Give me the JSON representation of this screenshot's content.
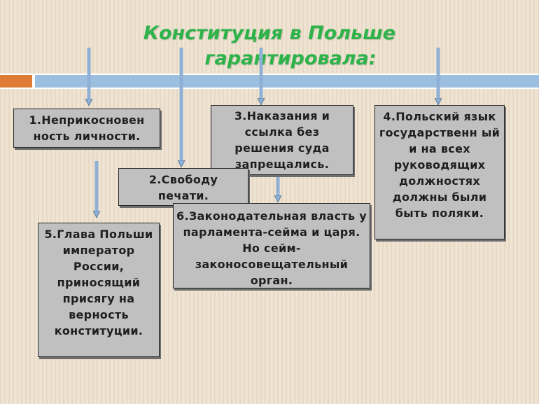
{
  "title": {
    "line1": "Конституция в Польше",
    "line2": "гарантировала:"
  },
  "boxes": {
    "b1": "1.Неприкосновен ность личности.",
    "b2": "2.Свободу печати.",
    "b3": "3.Наказания и ссылка без решения суда запрещались.",
    "b4": "4.Польский язык государственн ый и на всех руководящих должностях должны были быть поляки.",
    "b5": "5.Глава Польши император России, приносящий присягу на верность конституции.",
    "b6": "6.Законодательная власть у парламента-сейма и царя. Но сейм-законосовещательный орган."
  },
  "colors": {
    "title": "#2db34a",
    "box_fill": "#c0c0c0",
    "arrow": "#9cbedf",
    "accent_orange": "#e07b35",
    "accent_blue": "#9cbedf"
  }
}
